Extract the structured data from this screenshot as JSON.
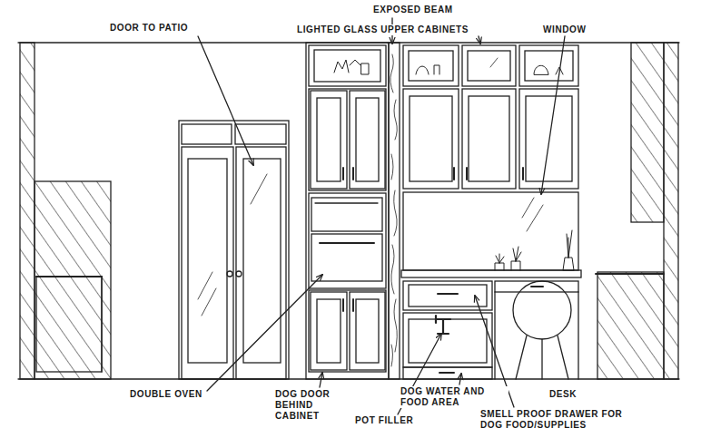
{
  "diagram": {
    "labels": [
      "DOOR TO PATIO",
      "EXPOSED BEAM",
      "LIGHTED GLASS UPPER CABINETS",
      "WINDOW",
      "DOUBLE OVEN",
      "DOG DOOR BEHIND CABINET",
      "DOG WATER AND FOOD AREA",
      "POT FILLER",
      "DESK",
      "SMELL PROOF DRAWER FOR DOG FOOD/SUPPLIES"
    ]
  }
}
